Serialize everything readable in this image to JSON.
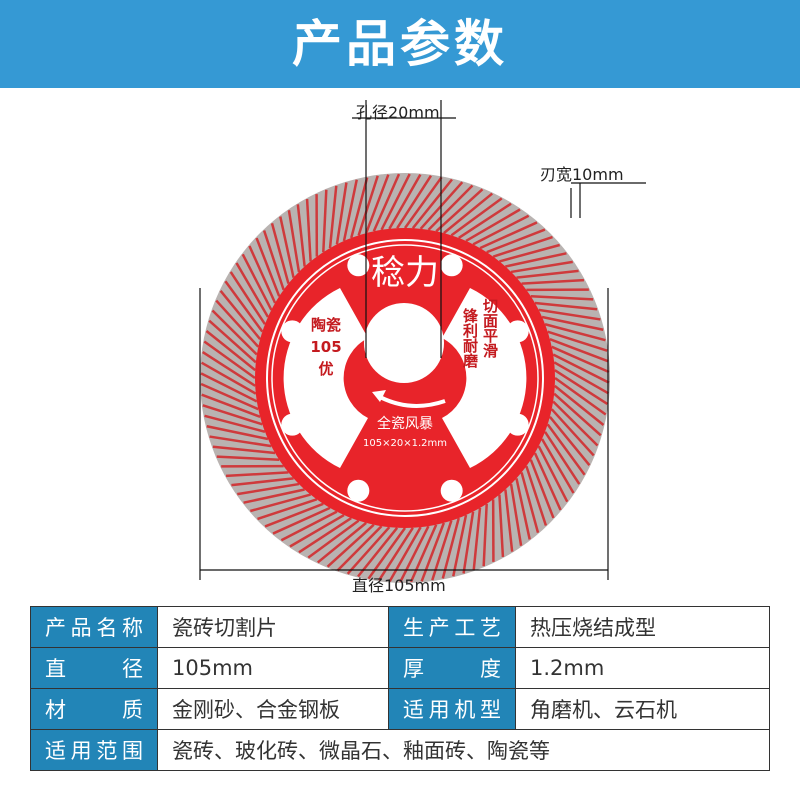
{
  "header": {
    "title": "产品参数"
  },
  "blade": {
    "brand": "稔力",
    "left_label": [
      "陶瓷",
      "105",
      "优"
    ],
    "right_label_col1": "锋利耐磨",
    "right_label_col2": "切面平滑",
    "series_name": "全瓷风暴",
    "spec": "105×20×1.2mm",
    "color": "#e8242a"
  },
  "dimensions": {
    "bore": "孔径20mm",
    "width": "刃宽10mm",
    "diameter": "直径105mm"
  },
  "table": {
    "rows": [
      {
        "label": "产品名称",
        "value": "瓷砖切割片",
        "label2": "生产工艺",
        "value2": "热压烧结成型"
      },
      {
        "label": "直径",
        "value": "105mm",
        "label2": "厚度",
        "value2": "1.2mm"
      },
      {
        "label": "材质",
        "value": "金刚砂、合金钢板",
        "label2": "适用机型",
        "value2": "角磨机、云石机"
      },
      {
        "label": "适用范围",
        "value": "瓷砖、玻化砖、微晶石、釉面砖、陶瓷等"
      }
    ],
    "label_color": "#2285b7"
  }
}
